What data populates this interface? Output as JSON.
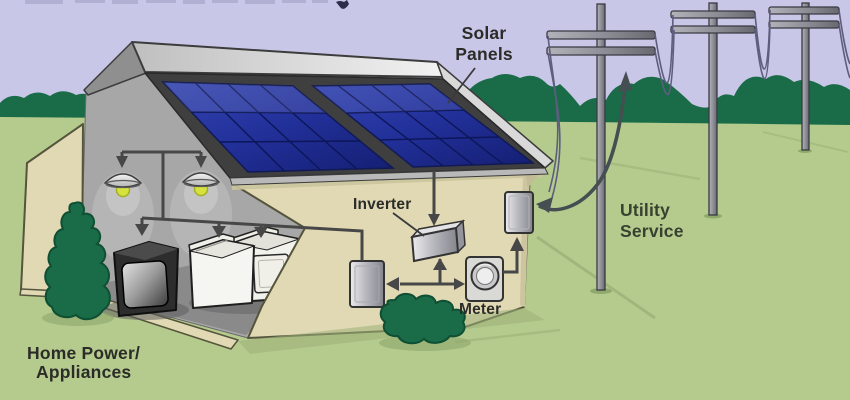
{
  "labels": {
    "solar_panels": {
      "line1": "Solar",
      "line2": "Panels"
    },
    "inverter": {
      "text": "Inverter"
    },
    "meter": {
      "text": "Meter"
    },
    "utility_service": {
      "line1": "Utility",
      "line2": "Service"
    },
    "home_power": {
      "line1": "Home Power/",
      "line2": "Appliances"
    }
  },
  "colors": {
    "sky": "#c9c7e7",
    "grass": "#b5cb8e",
    "bush": "#1a6b48",
    "house_wall": "#e0d9b4",
    "interior_wall": "#a7a7a7",
    "roof_frame": "#3f3f3f",
    "panel_blue": "#1f2e95",
    "conduit": "#474747",
    "wire": "#5d5d7d",
    "service_arrow": "#454f52",
    "label_text": "#2b2b28",
    "utility_label_text": "#37412f"
  },
  "components": [
    "house",
    "solar-panel-array",
    "inverter-box",
    "breaker-panel",
    "electric-meter",
    "utility-disconnect-box",
    "service-drop-wire",
    "utility-pole",
    "power-lines",
    "ceiling-lamp",
    "television",
    "washer",
    "dryer",
    "hedge",
    "tree"
  ]
}
